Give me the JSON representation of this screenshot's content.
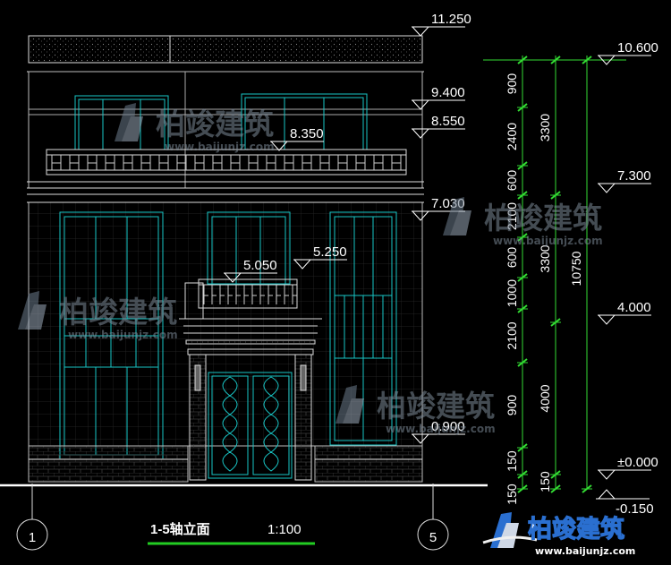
{
  "drawing": {
    "title": "1-5轴立面",
    "scale": "1:100",
    "axis_left": "1",
    "axis_right": "5"
  },
  "elevations": {
    "e_11250": "11.250",
    "e_10600": "10.600",
    "e_9400": "9.400",
    "e_8550": "8.550",
    "e_8350": "8.350",
    "e_7300": "7.300",
    "e_7030": "7.030",
    "e_5250": "5.250",
    "e_5050": "5.050",
    "e_4000": "4.000",
    "e_0900": "0.900",
    "e_0000": "±0.000",
    "e_m0150": "-0.150"
  },
  "dimensions": {
    "c1": [
      "900",
      "2400",
      "600",
      "2100",
      "600",
      "1000",
      "2100",
      "900",
      "150"
    ],
    "c2": [
      "3300",
      "3300",
      "4000",
      "150"
    ],
    "c3_total": "10750",
    "c0_bottom": "150"
  },
  "watermark": {
    "name": "柏竣建筑",
    "url": "www.baijunjz.com"
  },
  "colors": {
    "outline": "#ffffff",
    "window": "#19c6c6",
    "dimension": "#33dd33",
    "brick": "#555555",
    "title_underline": "#22cc22"
  }
}
